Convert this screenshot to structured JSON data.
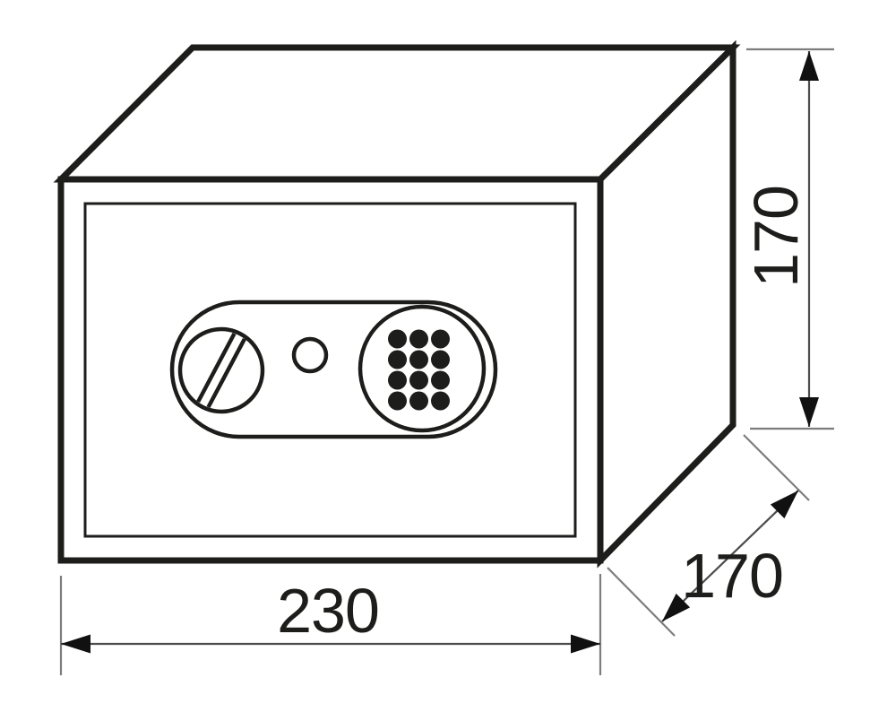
{
  "diagram": {
    "type": "technical-drawing",
    "subject": "digital safe with keypad, isometric line drawing",
    "background_color": "#ffffff",
    "outline_color": "#1d1d1b",
    "dimension_line_color": "#4c4c4c",
    "extension_line_color": "#7d7d7d",
    "arrowhead_color": "#111111",
    "dimensions": {
      "width": {
        "value": "230",
        "orientation": "horizontal",
        "location": "bottom"
      },
      "height": {
        "value": "170",
        "orientation": "vertical-rotated",
        "location": "right"
      },
      "depth": {
        "value": "170",
        "orientation": "diagonal",
        "location": "bottom-right"
      }
    },
    "features": {
      "keypad_dot_rows": 4,
      "keypad_dot_cols": 3,
      "keypad_dot_count": 12
    }
  }
}
